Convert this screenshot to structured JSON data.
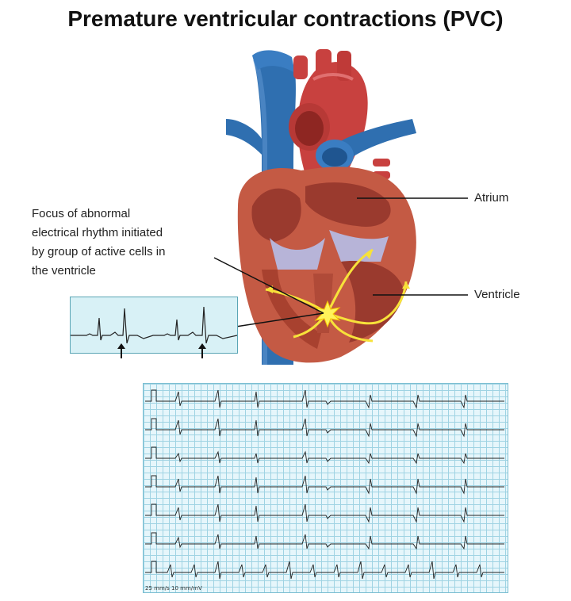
{
  "title": "Premature ventricular contractions (PVC)",
  "labels": {
    "focus_lines": [
      "Focus of  abnormal",
      "electrical  rhythm initiated",
      "by   group of  active cells in",
      "the ventricle"
    ],
    "atrium": "Atrium",
    "ventricle": "Ventricle"
  },
  "ecg_sheet": {
    "footer": "25 mm/s  10 mm/mV"
  },
  "colors": {
    "aorta_red": "#c8413f",
    "vein_blue": "#2f6fb0",
    "myocardium": "#c45a44",
    "chamber_interior": "#9a3a2e",
    "valve_lilac": "#b7b4d8",
    "impulse_yellow": "#f7e23a",
    "ecg_grid": "#9fd3e3"
  }
}
